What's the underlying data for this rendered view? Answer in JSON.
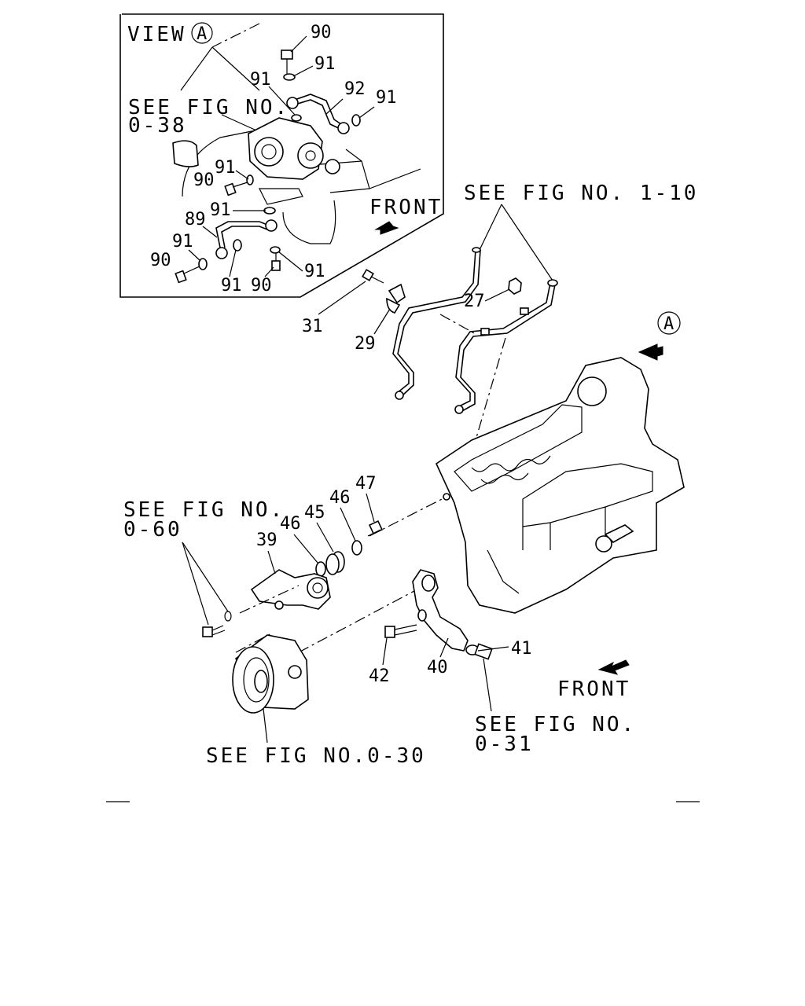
{
  "inset": {
    "view_prefix": "VIEW",
    "view_letter": "A",
    "see_fig_line1": "SEE FIG NO.",
    "see_fig_line2": "0-38",
    "front": "FRONT"
  },
  "refs": {
    "fig_1_10": "SEE FIG NO. 1-10",
    "view_marker": "A",
    "fig_0_60_line1": "SEE FIG NO.",
    "fig_0_60_line2": "0-60",
    "fig_0_30": "SEE FIG NO.0-30",
    "fig_0_31_line1": "SEE FIG NO.",
    "fig_0_31_line2": "0-31",
    "front": "FRONT"
  },
  "inset_parts": [
    "90",
    "91",
    "91",
    "92",
    "91",
    "91",
    "90",
    "91",
    "89",
    "91",
    "90",
    "91",
    "90",
    "91"
  ],
  "main_parts": [
    "27",
    "31",
    "29",
    "47",
    "46",
    "45",
    "46",
    "39",
    "41",
    "42",
    "40"
  ]
}
